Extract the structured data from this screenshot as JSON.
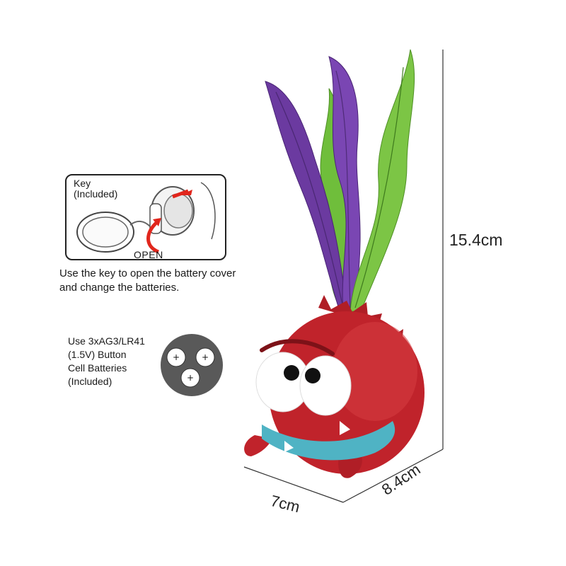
{
  "key_diagram": {
    "key_label": "Key\n(Included)",
    "open_label": "OPEN",
    "instruction": "Use the key to open the battery cover and change the batteries."
  },
  "battery_info": {
    "text": "Use 3xAG3/LR41\n(1.5V) Button\nCell Batteries\n(Included)",
    "symbol": "+"
  },
  "dimensions": {
    "height": "15.4cm",
    "width": "7cm",
    "depth": "8.4cm"
  },
  "colors": {
    "toy_red": "#c0232b",
    "seaweed_purple": "#6b3aa0",
    "seaweed_green": "#73c040",
    "mouth_teal": "#4fb3c4",
    "arrow_red": "#e1261c"
  }
}
